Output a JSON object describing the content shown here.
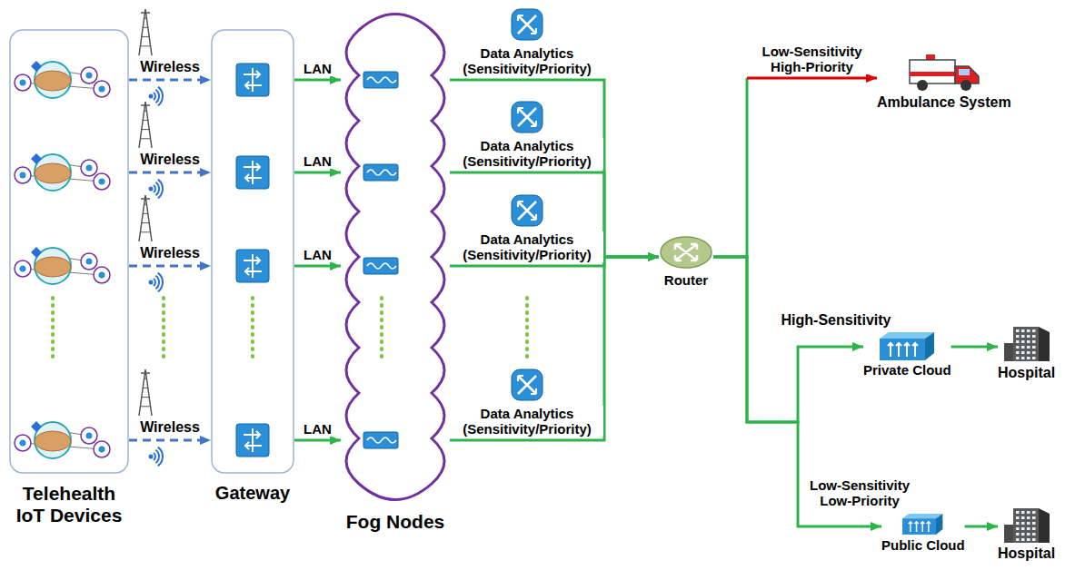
{
  "diagram": {
    "nodes": [
      {
        "text": [
          "Telehealth IoT Devices"
        ]
      },
      {
        "text": [
          "Gateway"
        ]
      },
      {
        "text": [
          "Fog Nodes"
        ]
      },
      {
        "text": [
          "Router"
        ]
      },
      {
        "text": [
          "Ambulance System"
        ]
      },
      {
        "text": [
          "Private Cloud"
        ]
      },
      {
        "text": [
          "Hospital"
        ]
      },
      {
        "text": [
          "Public Cloud"
        ]
      },
      {
        "text": [
          "Hospital"
        ]
      }
    ],
    "edges": [
      {
        "from": 0,
        "to": 1,
        "label": "Wireless",
        "arrow": "to"
      },
      {
        "from": 0,
        "to": 1,
        "label": "Wireless",
        "arrow": "to"
      },
      {
        "from": 0,
        "to": 1,
        "label": "Wireless",
        "arrow": "to"
      },
      {
        "from": 0,
        "to": 1,
        "label": "Wireless",
        "arrow": "to"
      },
      {
        "from": 1,
        "to": 2,
        "label": "LAN",
        "arrow": "to"
      },
      {
        "from": 1,
        "to": 2,
        "label": "LAN",
        "arrow": "to"
      },
      {
        "from": 1,
        "to": 2,
        "label": "LAN",
        "arrow": "to"
      },
      {
        "from": 1,
        "to": 2,
        "label": "LAN",
        "arrow": "to"
      },
      {
        "from": 2,
        "to": 3,
        "label": "Data Analytics (Sensitivity/Priority)",
        "arrow": "to"
      },
      {
        "from": 2,
        "to": 3,
        "label": "Data Analytics (Sensitivity/Priority)",
        "arrow": "to"
      },
      {
        "from": 2,
        "to": 3,
        "label": "Data Analytics (Sensitivity/Priority)",
        "arrow": "to"
      },
      {
        "from": 2,
        "to": 3,
        "label": "Data Analytics (Sensitivity/Priority)",
        "arrow": "to"
      },
      {
        "from": 3,
        "to": 4,
        "label": "Low-Sensitivity High-Priority",
        "arrow": "to"
      },
      {
        "from": 3,
        "to": 5,
        "label": "High-Sensitivity",
        "arrow": "to"
      },
      {
        "from": 5,
        "to": 6,
        "arrow": "to"
      },
      {
        "from": 3,
        "to": 7,
        "label": "Low-Sensitivity Low-Priority",
        "arrow": "to"
      },
      {
        "from": 7,
        "to": 8,
        "arrow": "to"
      }
    ]
  }
}
